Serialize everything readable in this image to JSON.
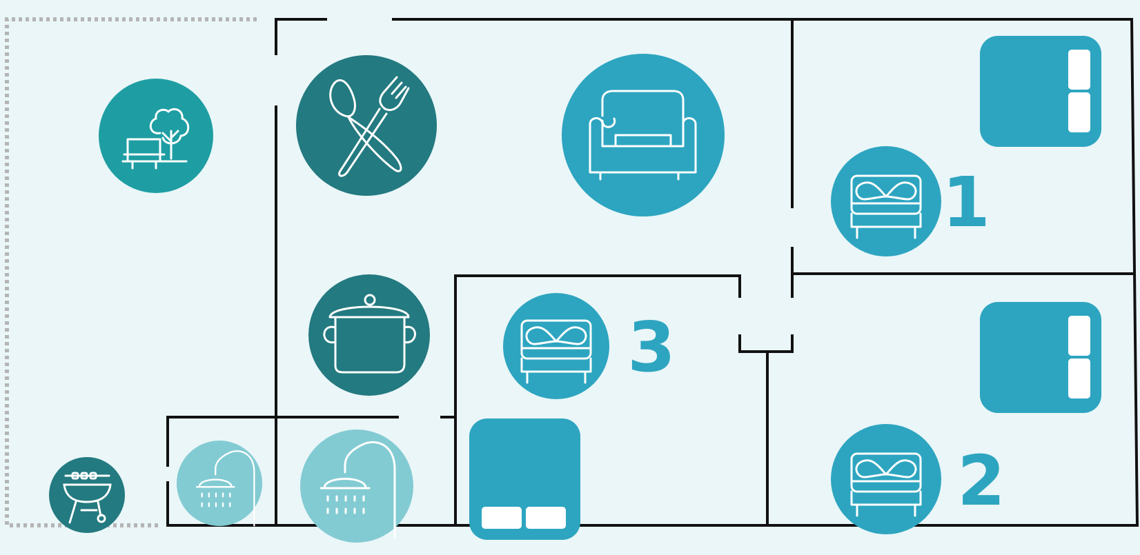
{
  "floorplan": {
    "colors": {
      "background": "#eaf6f8",
      "wall": "#111111",
      "terrace_border": "#b5b5b5",
      "circle_teal": "#1e9ea3",
      "circle_dark": "#237a80",
      "circle_blue": "#2da5c0",
      "circle_light": "#83cbd3",
      "icon_stroke": "#ffffff",
      "room_number": "#2da5c0"
    },
    "rooms": [
      {
        "id": "garden",
        "icon": "park-bench-tree-icon",
        "label": ""
      },
      {
        "id": "bbq",
        "icon": "barbecue-grill-icon",
        "label": ""
      },
      {
        "id": "dining",
        "icon": "spoon-fork-icon",
        "label": ""
      },
      {
        "id": "living",
        "icon": "armchair-icon",
        "label": ""
      },
      {
        "id": "kitchen",
        "icon": "cooking-pot-icon",
        "label": ""
      },
      {
        "id": "wc",
        "icon": "shower-small-icon",
        "label": ""
      },
      {
        "id": "bathroom",
        "icon": "shower-icon",
        "label": ""
      },
      {
        "id": "bedroom-1",
        "icon": "double-bed-icon",
        "label": "1"
      },
      {
        "id": "bedroom-2",
        "icon": "double-bed-icon",
        "label": "2"
      },
      {
        "id": "bedroom-3",
        "icon": "double-bed-icon",
        "label": "3"
      }
    ],
    "wardrobes": [
      {
        "id": "wardrobe-bedroom-1",
        "icon": "wardrobe-icon"
      },
      {
        "id": "wardrobe-bedroom-2",
        "icon": "wardrobe-icon"
      },
      {
        "id": "wardrobe-bedroom-3",
        "icon": "wardrobe-icon"
      }
    ]
  }
}
